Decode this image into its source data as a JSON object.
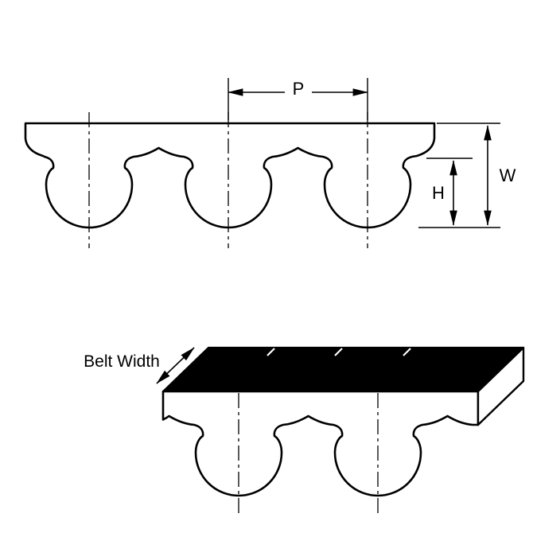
{
  "diagram": {
    "colors": {
      "line": "#000000",
      "belt_fill": "#ffffff",
      "top_face_fill": "#000000",
      "background": "#ffffff"
    },
    "labels": {
      "pitch": "P",
      "width": "W",
      "height": "H",
      "belt_width": "Belt Width"
    },
    "top_view": {
      "teeth_visible": 3
    },
    "iso_view": {
      "teeth_visible": 2
    }
  }
}
